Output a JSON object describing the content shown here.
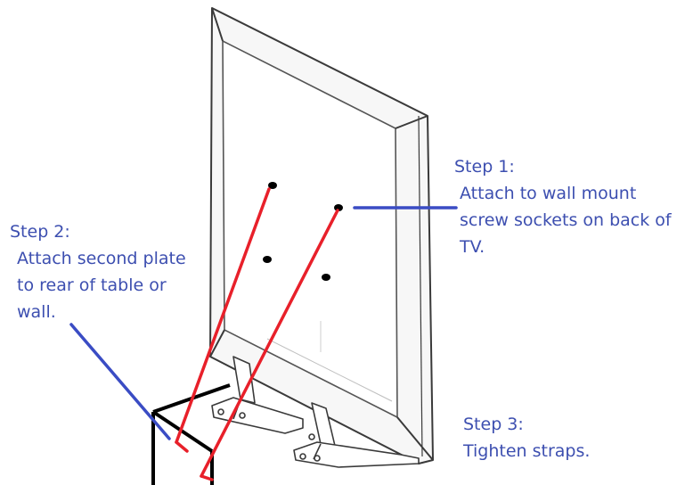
{
  "colors": {
    "label_text": "#3d4fb0",
    "pointer_blue": "#3a4cc4",
    "strap_red": "#e8202a",
    "outline": "#3a3a3a",
    "table": "#000000"
  },
  "steps": [
    {
      "heading": "Step 1:",
      "lines": [
        "Attach to wall mount",
        "screw sockets on back of",
        "TV."
      ]
    },
    {
      "heading": "Step 2:",
      "lines": [
        "Attach second plate",
        "to rear of table or",
        "wall."
      ]
    },
    {
      "heading": "Step 3:",
      "lines": [
        "Tighten straps."
      ]
    }
  ]
}
